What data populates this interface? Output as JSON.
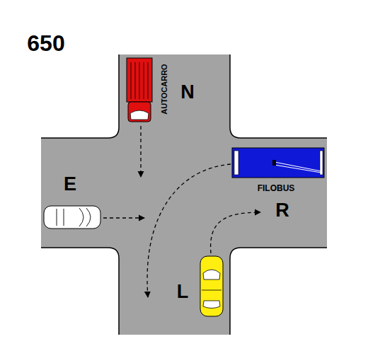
{
  "diagram": {
    "labels": [
      "650",
      "N",
      "AUTOCARRO",
      "E",
      "FILOBUS",
      "R",
      "L"
    ]
  }
}
